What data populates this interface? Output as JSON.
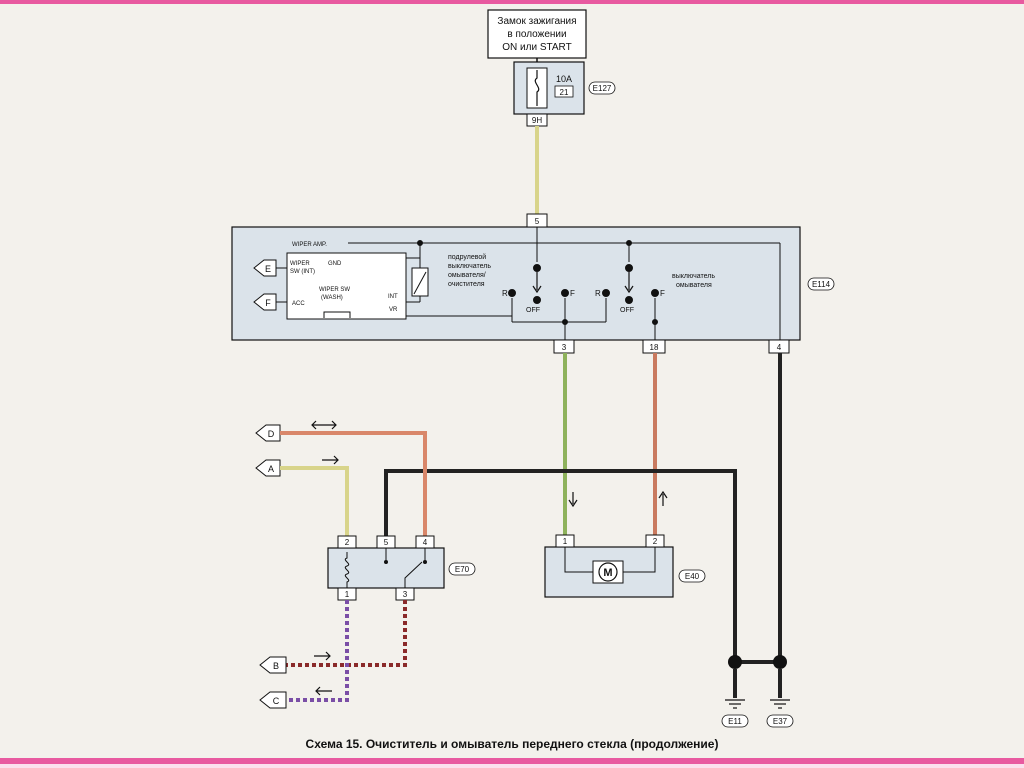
{
  "ignition": {
    "line1": "Замок зажигания",
    "line2": "в положении",
    "line3": "ON или START"
  },
  "fuse": {
    "rating": "10A",
    "number": "21",
    "connector": "E127",
    "pin": "9H"
  },
  "module": {
    "connector": "E114",
    "wiper_amp": "WIPER AMP.",
    "wiper_sw_int_1": "WIPER",
    "wiper_sw_int_2": "SW (INT)",
    "gnd": "GND",
    "wiper_sw_wash_1": "WIPER SW",
    "wiper_sw_wash_2": "(WASH)",
    "acc": "ACC",
    "int": "INT",
    "vr": "VR",
    "switch_label_1": "подрулевой",
    "switch_label_2": "выключатель",
    "switch_label_3": "омывателя/",
    "switch_label_4": "очистителя",
    "washer_label_1": "выключатель",
    "washer_label_2": "омывателя",
    "r1": "R",
    "f1": "F",
    "off1": "OFF",
    "r2": "R",
    "f2": "F",
    "off2": "OFF",
    "pins": [
      "5",
      "3",
      "18",
      "4"
    ]
  },
  "offpage": {
    "e": "E",
    "f": "F",
    "d": "D",
    "a": "A",
    "b": "B",
    "c": "C"
  },
  "relay": {
    "connector": "E70",
    "pins": [
      "2",
      "5",
      "4",
      "1",
      "3"
    ]
  },
  "motor": {
    "connector": "E40",
    "symbol": "M",
    "pins": [
      "1",
      "2"
    ]
  },
  "grounds": {
    "g1": "E11",
    "g2": "E37"
  },
  "caption": "Схема 15. Очиститель и омыватель переднего стекла (продолжение)",
  "colors": {
    "border": "#e85aa0",
    "box_fill": "#dbe3ea",
    "wire_yellow": "#d8d48a",
    "wire_green": "#8eb25c",
    "wire_red": "#c97a5f",
    "wire_black": "#222222",
    "wire_purple": "#7a4ea6"
  }
}
